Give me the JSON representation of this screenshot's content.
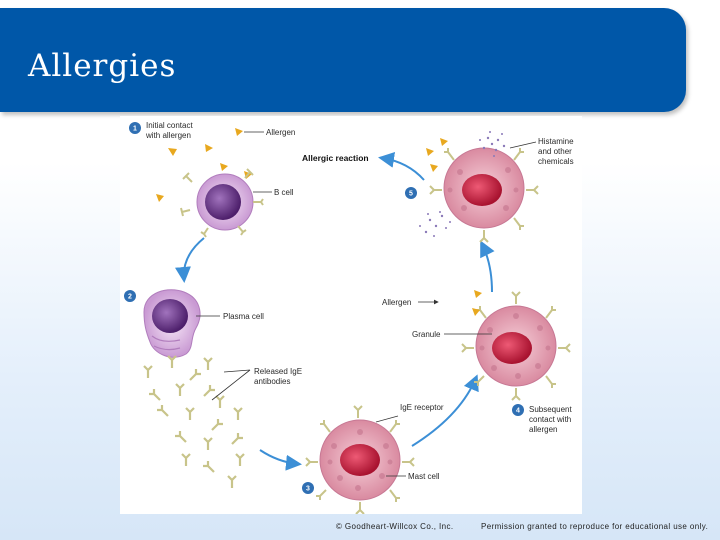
{
  "header": {
    "title": "Allergies"
  },
  "figure": {
    "steps": [
      {
        "number": "1",
        "text": [
          "Initial contact",
          "with allergen"
        ]
      },
      {
        "number": "2",
        "text": []
      },
      {
        "number": "3",
        "text": []
      },
      {
        "number": "4",
        "text": [
          "Subsequent",
          "contact with",
          "allergen"
        ]
      },
      {
        "number": "5",
        "text": []
      }
    ],
    "labels": {
      "allergen_top": "Allergen",
      "allergic_reaction": "Allergic reaction",
      "b_cell": "B cell",
      "plasma_cell": "Plasma cell",
      "released_ige": [
        "Released IgE",
        "antibodies"
      ],
      "histamine": [
        "Histamine",
        "and other",
        "chemicals"
      ],
      "allergen_mid": "Allergen",
      "granule": "Granule",
      "ige_receptor": "IgE receptor",
      "mast_cell": "Mast cell"
    },
    "colors": {
      "step_circle": "#2f6fb3",
      "arrow": "#3c8fd6",
      "b_cell": "#8a5aa8",
      "mast_cell": "#d9869a",
      "nucleus": "#c4203e",
      "allergen": "#e8a81f",
      "antibody": "#c8c48a"
    }
  },
  "footer": {
    "copyright": "© Goodheart-Willcox Co., Inc.",
    "permission": "Permission granted to reproduce for educational use only."
  }
}
